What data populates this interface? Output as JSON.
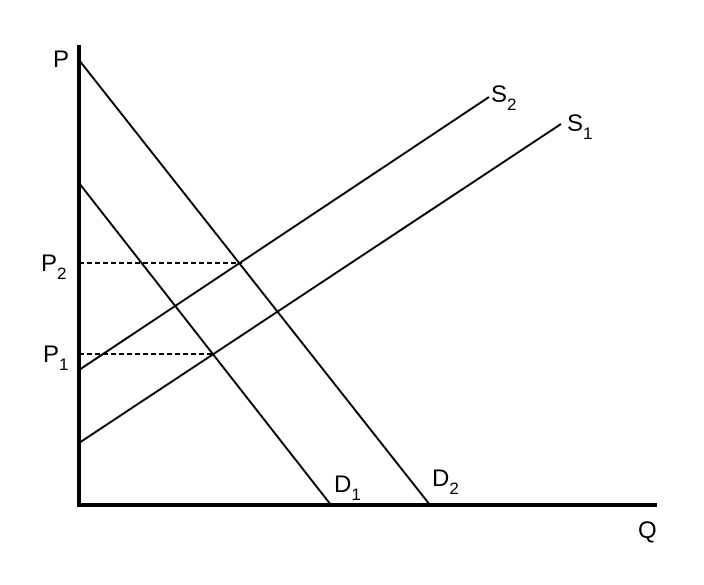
{
  "axes": {
    "y_label": "P",
    "x_label": "Q"
  },
  "prices": {
    "p2": {
      "main": "P",
      "sub": "2"
    },
    "p1": {
      "main": "P",
      "sub": "1"
    }
  },
  "curves": {
    "s2": {
      "main": "S",
      "sub": "2"
    },
    "s1": {
      "main": "S",
      "sub": "1"
    },
    "d1": {
      "main": "D",
      "sub": "1"
    },
    "d2": {
      "main": "D",
      "sub": "2"
    }
  },
  "colors": {
    "ink": "#000000",
    "background": "#ffffff"
  }
}
